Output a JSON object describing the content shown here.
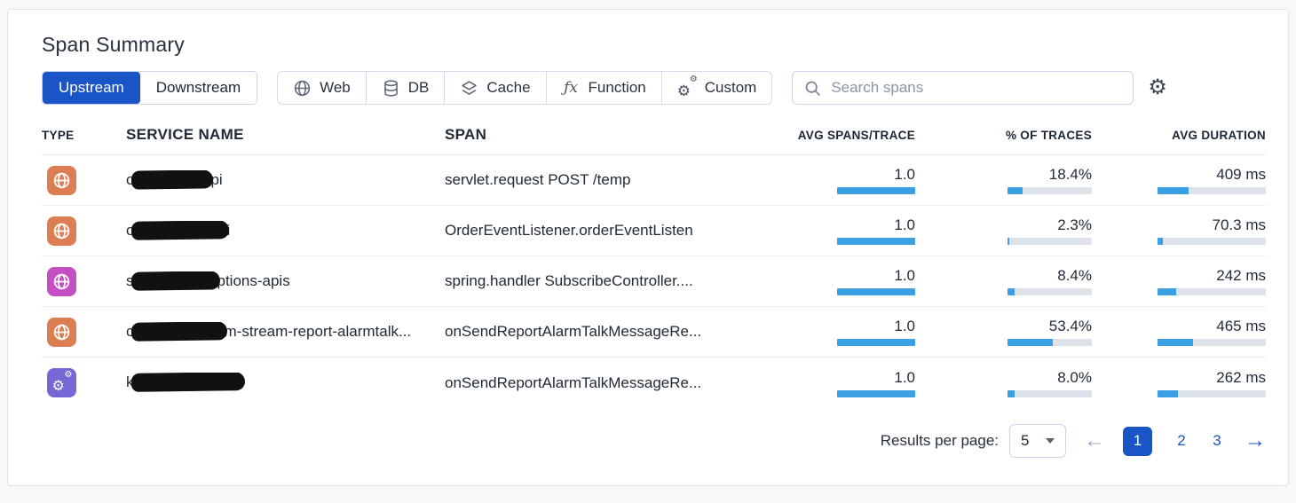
{
  "panel": {
    "title": "Span Summary"
  },
  "toolbar": {
    "direction_toggle": [
      {
        "label": "Upstream",
        "active": true
      },
      {
        "label": "Downstream",
        "active": false
      }
    ],
    "filters": [
      {
        "label": "Web",
        "icon": "globe-icon"
      },
      {
        "label": "DB",
        "icon": "database-icon"
      },
      {
        "label": "Cache",
        "icon": "layers-icon"
      },
      {
        "label": "Function",
        "icon": "fx-icon"
      },
      {
        "label": "Custom",
        "icon": "gears-icon"
      }
    ],
    "search": {
      "placeholder": "Search spans"
    },
    "settings_icon": "gear-icon"
  },
  "table": {
    "columns": {
      "type": "TYPE",
      "service": "SERVICE NAME",
      "span": "SPAN",
      "avg_spans": "AVG SPANS/TRACE",
      "pct_traces": "% OF TRACES",
      "avg_duration": "AVG DURATION"
    },
    "rows": [
      {
        "type_icon": "globe",
        "type_color": "#DD7E52",
        "service_prefix": "o",
        "service_redacted_width": 92,
        "service_suffix": "pi",
        "span": "servlet.request POST /temp",
        "avg_spans_trace": {
          "value": "1.0",
          "fill_pct": 100
        },
        "pct_of_traces": {
          "value": "18.4%",
          "fill_pct": 18.4
        },
        "avg_duration": {
          "value": "409 ms",
          "fill_pct": 29
        }
      },
      {
        "type_icon": "globe",
        "type_color": "#DD7E52",
        "service_prefix": "o",
        "service_redacted_width": 110,
        "service_suffix": "i",
        "span": "OrderEventListener.orderEventListen",
        "avg_spans_trace": {
          "value": "1.0",
          "fill_pct": 100
        },
        "pct_of_traces": {
          "value": "2.3%",
          "fill_pct": 2.3
        },
        "avg_duration": {
          "value": "70.3 ms",
          "fill_pct": 5
        }
      },
      {
        "type_icon": "globe",
        "type_color": "#C34FC3",
        "service_prefix": "s",
        "service_redacted_width": 100,
        "service_suffix": "ptions-apis",
        "span": "spring.handler SubscribeController....",
        "avg_spans_trace": {
          "value": "1.0",
          "fill_pct": 100
        },
        "pct_of_traces": {
          "value": "8.4%",
          "fill_pct": 8.4
        },
        "avg_duration": {
          "value": "242 ms",
          "fill_pct": 17
        }
      },
      {
        "type_icon": "globe",
        "type_color": "#DD7E52",
        "service_prefix": "c",
        "service_redacted_width": 108,
        "service_suffix": "m-stream-report-alarmtalk...",
        "span": "onSendReportAlarmTalkMessageRe...",
        "avg_spans_trace": {
          "value": "1.0",
          "fill_pct": 100
        },
        "pct_of_traces": {
          "value": "53.4%",
          "fill_pct": 53.4
        },
        "avg_duration": {
          "value": "465 ms",
          "fill_pct": 33
        }
      },
      {
        "type_icon": "gears",
        "type_color": "#7568D5",
        "service_prefix": "k",
        "service_redacted_width": 128,
        "service_suffix": "",
        "span": "onSendReportAlarmTalkMessageRe...",
        "avg_spans_trace": {
          "value": "1.0",
          "fill_pct": 100
        },
        "pct_of_traces": {
          "value": "8.0%",
          "fill_pct": 8
        },
        "avg_duration": {
          "value": "262 ms",
          "fill_pct": 19
        }
      }
    ]
  },
  "footer": {
    "results_per_page_label": "Results per page:",
    "page_size": "5",
    "pages": [
      "1",
      "2",
      "3"
    ],
    "active_page": "1",
    "prev_arrow": "←",
    "next_arrow": "→"
  },
  "colors": {
    "accent_blue": "#1a55c7",
    "bar_blue": "#3aa0e3",
    "bar_track": "#dde3e9",
    "type_web_orange": "#DD7E52",
    "type_web_magenta": "#C34FC3",
    "type_custom_violet": "#7568D5"
  }
}
